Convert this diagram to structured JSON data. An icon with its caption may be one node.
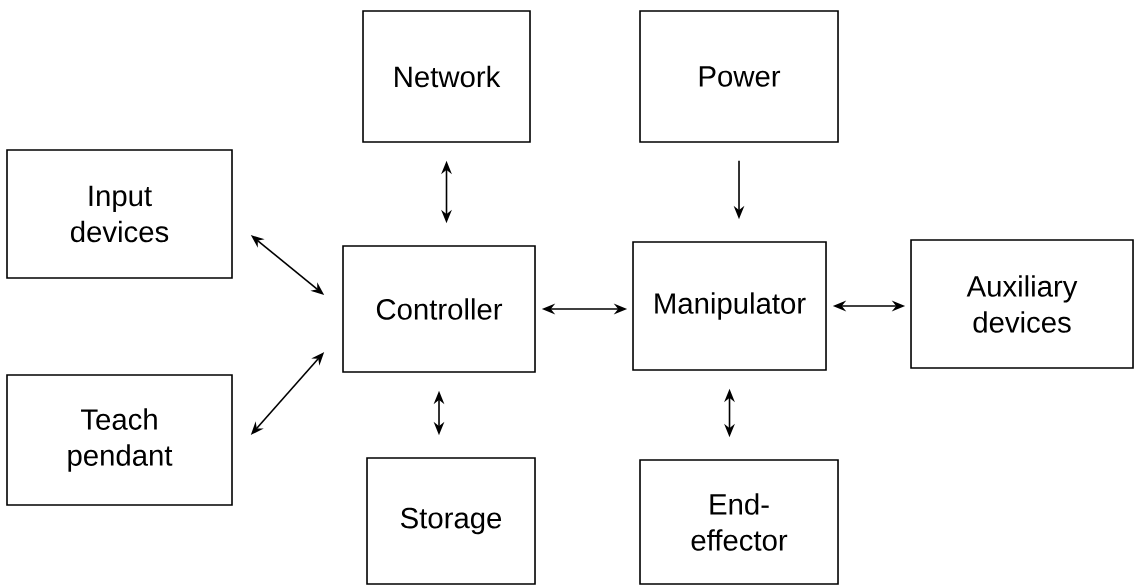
{
  "diagram": {
    "nodes": [
      {
        "text": [
          "Network"
        ]
      },
      {
        "text": [
          "Power"
        ]
      },
      {
        "text": [
          "Input devices"
        ]
      },
      {
        "text": [
          "Controller"
        ]
      },
      {
        "text": [
          "Manipulator"
        ]
      },
      {
        "text": [
          "Auxiliary devices"
        ]
      },
      {
        "text": [
          "Teach pendant"
        ]
      },
      {
        "text": [
          "Storage"
        ]
      },
      {
        "text": [
          "End-effector"
        ]
      }
    ],
    "edges": [
      {
        "from": 0,
        "to": 3,
        "arrow": "both"
      },
      {
        "from": 1,
        "to": 4,
        "arrow": "to"
      },
      {
        "from": 2,
        "to": 3,
        "arrow": "both"
      },
      {
        "from": 6,
        "to": 3,
        "arrow": "both"
      },
      {
        "from": 3,
        "to": 4,
        "arrow": "both"
      },
      {
        "from": 4,
        "to": 5,
        "arrow": "both"
      },
      {
        "from": 3,
        "to": 7,
        "arrow": "both"
      },
      {
        "from": 4,
        "to": 8,
        "arrow": "both"
      }
    ]
  }
}
